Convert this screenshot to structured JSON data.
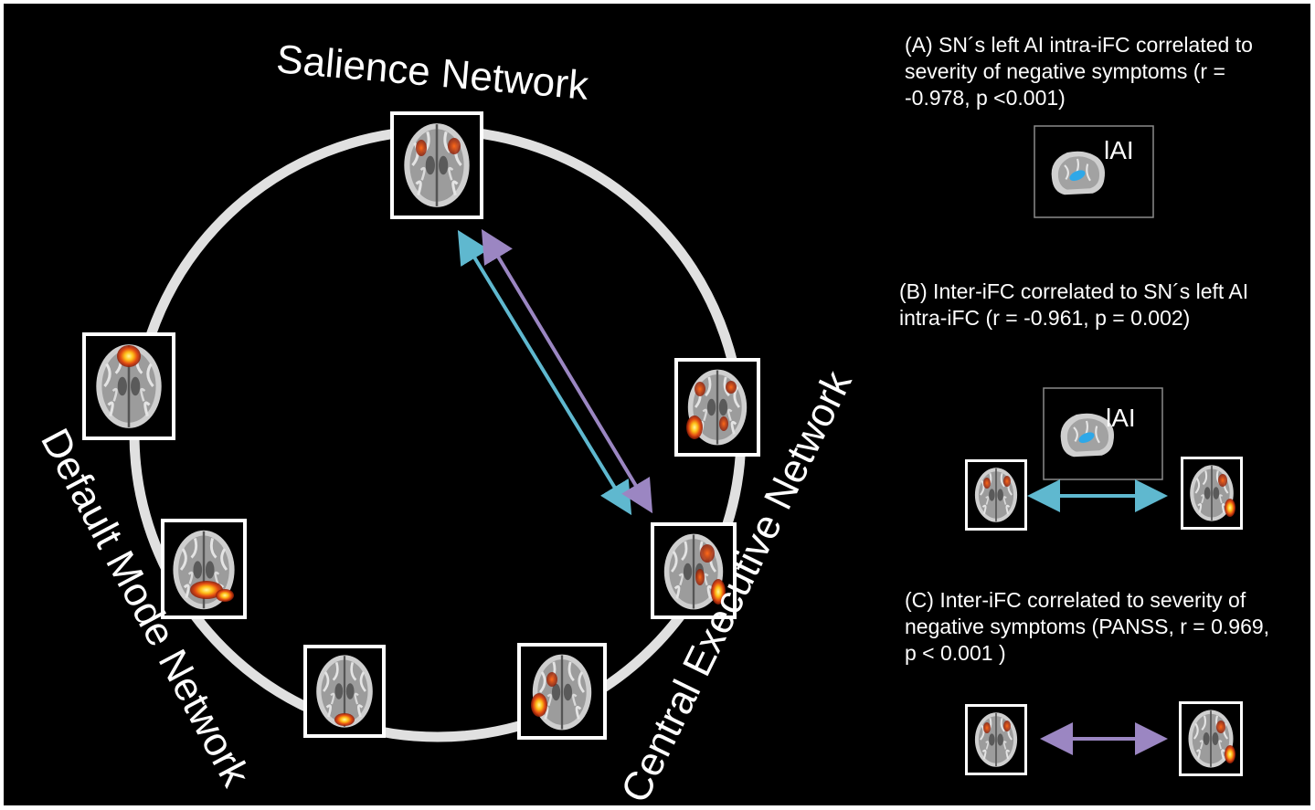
{
  "networks": {
    "salience": "Salience Network",
    "default_mode": "Default Mode Network",
    "central_executive": "Central Executive Network"
  },
  "panels": {
    "a": {
      "text": " (A) SN´s left AI intra-iFC correlated to\nseverity of negative symptoms (r =\n-0.978, p <0.001)",
      "roi_label": "lAI"
    },
    "b": {
      "text": "(B) Inter-iFC correlated to SN´s left AI\nintra-iFC (r = -0.961, p = 0.002)",
      "roi_label": "lAI"
    },
    "c": {
      "text": "(C) Inter-iFC correlated to severity of\nnegative symptoms (PANSS, r = 0.969,\np < 0.001 )"
    }
  },
  "colors": {
    "background": "#000000",
    "ring": "#e0e0e0",
    "arrow_cyan": "#5fb8cf",
    "arrow_purple": "#9b86c2",
    "activation": "#e24a12",
    "roi": "#2fa8e8"
  },
  "icons": [
    "brain-slice-icon",
    "brain-sagittal-icon"
  ]
}
